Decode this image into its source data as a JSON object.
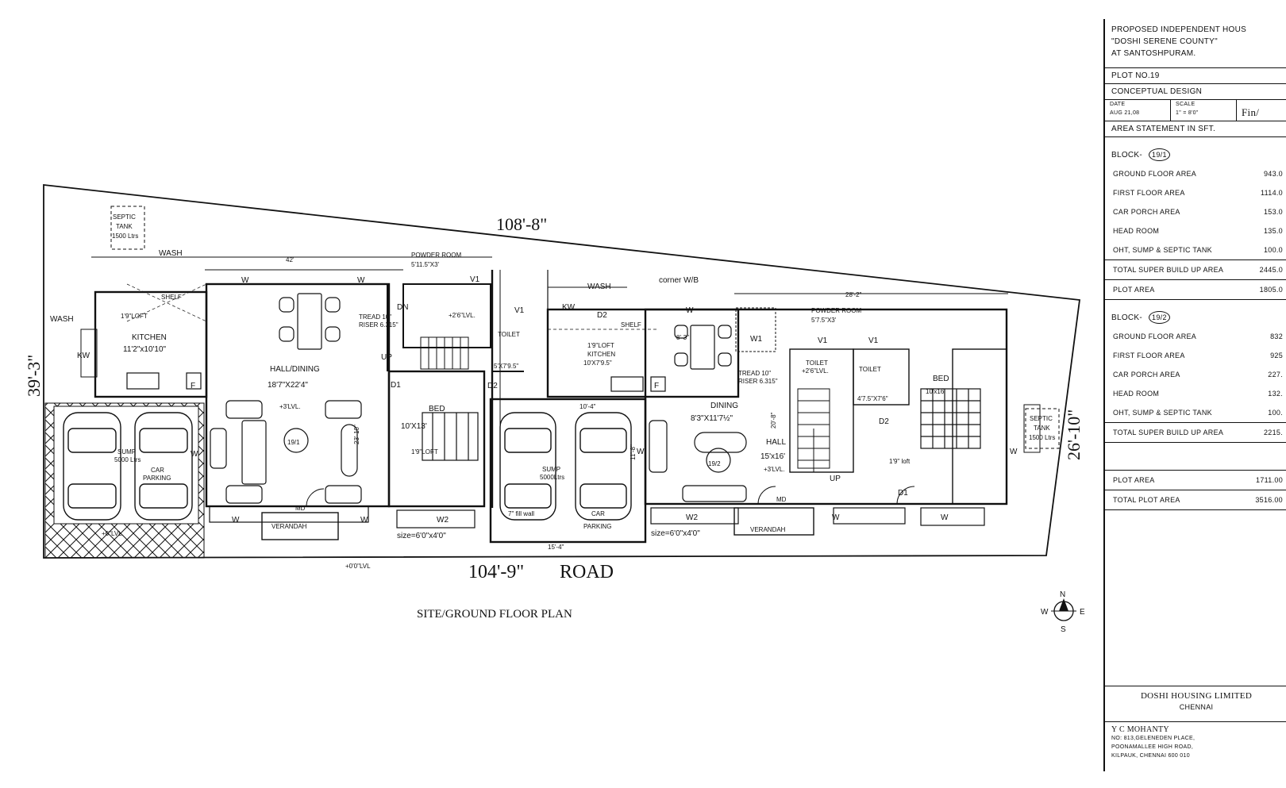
{
  "drawing": {
    "title": "SITE/GROUND FLOOR PLAN",
    "dimensions": {
      "top": "108'-8\"",
      "bottom": "104'-9\"",
      "road": "ROAD",
      "left": "39'-3\"",
      "right": "26'-10\"",
      "left_house_width": "42'",
      "right_house_width": "28'-2\"",
      "parking_width_top": "10'-4\"",
      "parking_width_bottom": "15'-4\"",
      "ground_level": "+0'0\"LVL"
    },
    "block_19_1": {
      "tag": "19/1",
      "septic": [
        "SEPTIC",
        "TANK",
        "1500 Ltrs"
      ],
      "wash_top": "WASH",
      "wash_left": "WASH",
      "kitchen": [
        "KITCHEN",
        "11'2\"x10'10\""
      ],
      "loft": "1'9\"LOFT",
      "shelf": "SHELF",
      "kw": "KW",
      "hall": [
        "HALL/DINING",
        "18'7\"X22'4\"",
        "+3'LVL."
      ],
      "powder": [
        "POWDER ROOM",
        "5'11.5\"X3'"
      ],
      "bed": [
        "BED",
        "10'X13'"
      ],
      "bed_loft": "1'9\"LOFT",
      "toilet": [
        "TOILET",
        "5'X7'9.5\""
      ],
      "tread": [
        "TREAD 10\"",
        "RISER 6.315\""
      ],
      "up": "UP",
      "dn": "DN",
      "stair_lvl": "+2'6\"LVL.",
      "sump": [
        "SUMP",
        "5000 Ltrs"
      ],
      "car": [
        "CAR",
        "PARKING"
      ],
      "verandah": "VERANDAH",
      "md": "MD",
      "size": "size=6'0\"x4'0\"",
      "parking_lvl": "+6\"LVL.",
      "hall_dim": "23'-10\""
    },
    "block_19_2": {
      "tag": "19/2",
      "wash": "WASH",
      "corner": "corner W/B",
      "kitchen": [
        "1'9\"LOFT",
        "KITCHEN",
        "10'X7'9.5\""
      ],
      "kw": "KW",
      "shelf": "SHELF",
      "dining": [
        "DINING",
        "8'3\"X11'7½\""
      ],
      "hall": [
        "HALL",
        "15'x16'",
        "+3'LVL."
      ],
      "powder": [
        "POWDER ROOM",
        "5'7.5\"X3'"
      ],
      "toilet_a": "TOILET",
      "toilet_b": [
        "TOILET",
        "4'7.5\"X7'6\""
      ],
      "bed": [
        "BED",
        "10'x16'"
      ],
      "bed_loft": "1'9\" loft",
      "tread": [
        "TREAD 10\"",
        "RISER 6.315\""
      ],
      "stair_lvl": "+2'6\"LVL.",
      "up": "UP",
      "septic": [
        "SEPTIC",
        "TANK",
        "1500 Ltrs"
      ],
      "sump": [
        "SUMP",
        "5000Ltrs"
      ],
      "car": [
        "CAR",
        "PARKING"
      ],
      "verandah": "VERANDAH",
      "md": "MD",
      "size": "size=6'0\"x4'0\"",
      "wall_note": "7\" fill wall",
      "dining_dim": "8'-3\"",
      "hall_dim": "20'-8\"",
      "parking_dim": "11'-8\""
    },
    "marks": {
      "w": "W",
      "w1": "W1",
      "w2": "W2",
      "v1": "V1",
      "d1": "D1",
      "d2": "D2",
      "f": "F"
    },
    "compass": {
      "n": "N",
      "s": "S",
      "e": "E",
      "w": "W"
    }
  },
  "title_block": {
    "project": [
      "PROPOSED INDEPENDENT HOUS",
      "\"DOSHI SERENE COUNTY\"",
      "AT SANTOSHPURAM."
    ],
    "plot_no": "PLOT NO.19",
    "design": "CONCEPTUAL DESIGN",
    "date_label": "DATE",
    "date_value": "AUG 21,08",
    "scale_label": "SCALE",
    "scale_value": "1\" = 8'0\"",
    "sign": "Fin/",
    "area_heading": "AREA STATEMENT  IN SFT.",
    "block_label": "BLOCK-",
    "block1": {
      "tag": "19/1",
      "rows": [
        {
          "label": "GROUND FLOOR  AREA",
          "value": "943.0"
        },
        {
          "label": "FIRST FLOOR  AREA",
          "value": "1114.0"
        },
        {
          "label": "CAR PORCH AREA",
          "value": "153.0"
        },
        {
          "label": "HEAD ROOM",
          "value": "135.0"
        },
        {
          "label": "OHT, SUMP & SEPTIC TANK",
          "value": "100.0"
        },
        {
          "label": "TOTAL SUPER BUILD UP AREA",
          "value": "2445.0"
        },
        {
          "label": "PLOT AREA",
          "value": "1805.0"
        }
      ]
    },
    "block2": {
      "tag": "19/2",
      "rows": [
        {
          "label": "GROUND FLOOR  AREA",
          "value": "832"
        },
        {
          "label": "FIRST FLOOR  AREA",
          "value": "925"
        },
        {
          "label": "CAR PORCH AREA",
          "value": "227."
        },
        {
          "label": "HEAD ROOM",
          "value": "132."
        },
        {
          "label": "OHT, SUMP & SEPTIC TANK",
          "value": "100."
        },
        {
          "label": "TOTAL SUPER BUILD UP AREA",
          "value": "2215."
        }
      ],
      "plot_label": "PLOT AREA",
      "plot_value": "1711.00"
    },
    "total_label": "TOTAL PLOT AREA",
    "total_value": "3516.00",
    "company": "DOSHI HOUSING LIMITED",
    "company_city": "CHENNAI",
    "architect": "Y C MOHANTY",
    "address": [
      "NO: 813,GELENEDEN PLACE,",
      "POONAMALLEE HIGH ROAD,",
      "KILPAUK, CHENNAI 600 010"
    ]
  }
}
